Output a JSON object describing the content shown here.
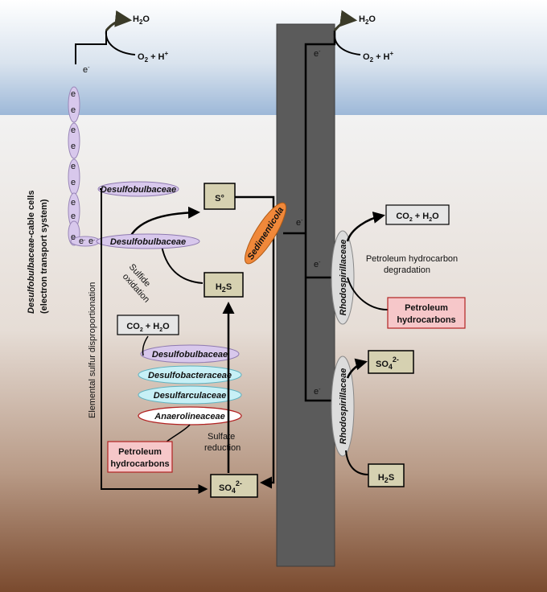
{
  "cable": {
    "label_line1_italic": "Desulfobulbaceae",
    "label_line1_rest": "-cable cells",
    "label_line2": "(electron transport system)",
    "electron": "e",
    "electron_sup": "-"
  },
  "left_top": {
    "h2o": "H2O",
    "o2h": "O2 + H+"
  },
  "right_top": {
    "h2o": "H2O",
    "o2h": "O2 + H+"
  },
  "ovals": {
    "desulfobulbaceae_top": "Desulfobulbaceae",
    "desulfobulbaceae_mid": "Desulfobulbaceae",
    "desulfobulbaceae_stack": "Desulfobulbaceae",
    "desulfobacteraceae": "Desulfobacteraceae",
    "desulfarculaceae": "Desulfarculaceae",
    "anaerolineaceae": "Anaerolineaceae",
    "sedimenticola": "Sedimenticola",
    "rhodospirillaceae_1": "Rhodospirillaceae",
    "rhodospirillaceae_2": "Rhodospirillaceae"
  },
  "boxes": {
    "s0": "S°",
    "h2s_left": "H2S",
    "co2_left": "CO2 + H2O",
    "petroleum_left_1": "Petroleum",
    "petroleum_left_2": "hydrocarbons",
    "so4_left": "SO4 2-",
    "co2_right": "CO2 + H2O",
    "petroleum_right_1": "Petroleum",
    "petroleum_right_2": "hydrocarbons",
    "so4_right": "SO4 2-",
    "h2s_right": "H2S"
  },
  "labels": {
    "sulfide_oxidation_1": "Sulfide",
    "sulfide_oxidation_2": "oxidation",
    "elemental_sulfur": "Elemental sulfur disproportionation",
    "sulfate_reduction_1": "Sulfate",
    "sulfate_reduction_2": "reduction",
    "petroleum_degradation_1": "Petroleum hydrocarbon",
    "petroleum_degradation_2": "degradation"
  },
  "colors": {
    "sky_top": "#9db8d8",
    "sediment_bottom": "#7a4a2e",
    "electrode": "#5b5b5b",
    "box_fill": "#d6d1b1",
    "petroleum_fill": "#f6c7c9",
    "purple_oval": "#d8c8ec",
    "cyan_oval": "#c7f0f6",
    "orange_oval": "#f0883a",
    "gray_oval": "#dcdcdc"
  }
}
